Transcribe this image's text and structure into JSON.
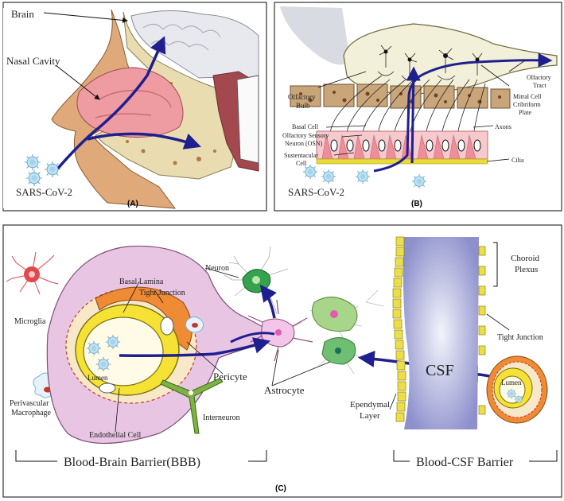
{
  "panels": {
    "a": {
      "letter": "(A)",
      "labels": {
        "brain": "Brain",
        "nasal_cavity": "Nasal Cavity",
        "virus": "SARS-CoV-2"
      }
    },
    "b": {
      "letter": "(B)",
      "labels": {
        "olfactory_bulb_1": "Olfactory",
        "olfactory_bulb_2": "Bulb",
        "olfactory_tract_1": "Olfactory",
        "olfactory_tract_2": "Tract",
        "mitral_cell": "Mitral Cell",
        "cribriform_1": "Cribriform",
        "cribriform_2": "Plate",
        "basal_cell": "Basal Cell",
        "osn_1": "Olfactory Sensory",
        "osn_2": "Neuron (OSN)",
        "axons": "Axons",
        "sustentacular_1": "Sustentacular",
        "sustentacular_2": "Cell",
        "cilia": "Cilia",
        "virus": "SARS-CoV-2"
      }
    },
    "c": {
      "letter": "(C)",
      "labels": {
        "neuron": "Neuron",
        "basal_lamina": "Basal Lamina",
        "tight_junction": "Tight Junction",
        "microglia": "Microglia",
        "lumen": "Lumen",
        "pericyte": "Pericyte",
        "astrocyte": "Astrocyte",
        "perivascular_1": "Perivascular",
        "perivascular_2": "Macrophage",
        "endothelial": "Endothelial Cell",
        "interneuron": "Interneuron",
        "choroid_1": "Choroid",
        "choroid_2": "Plexus",
        "tight_junction_right": "Tight Junction",
        "csf": "CSF",
        "lumen_right": "Lumen",
        "ependymal_1": "Ependymal",
        "ependymal_2": "Layer",
        "bbb": "Blood-Brain Barrier(BBB)",
        "bcsf": "Blood-CSF Barrier"
      }
    }
  },
  "colors": {
    "arrow": "#1f1f8f",
    "virus": "#a9d6ee",
    "skin": "#d9a97a",
    "mucosa": "#ec9aa0"
  }
}
